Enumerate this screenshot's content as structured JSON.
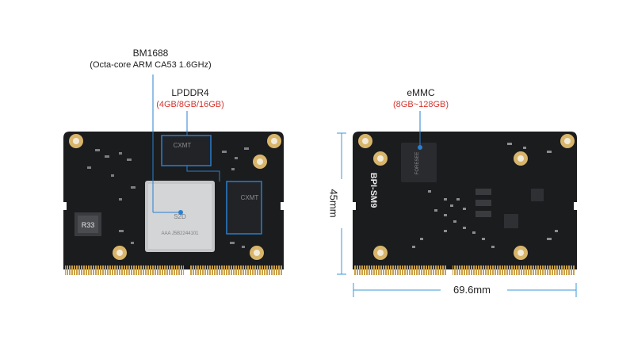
{
  "callouts": {
    "soc": {
      "title": "BM1688",
      "subtitle": "(Octa-core ARM CA53 1.6GHz)"
    },
    "ram": {
      "title": "LPDDR4",
      "subtitle": "(4GB/8GB/16GB)"
    },
    "storage": {
      "title": "eMMC",
      "subtitle": "(8GB~128GB)"
    }
  },
  "dimensions": {
    "height": "45mm",
    "width": "69.6mm"
  },
  "board_front": {
    "soc_marking": "S2D",
    "soc_code": "AAA J5B2244101",
    "inductor_marking": "R33",
    "ram_brand": "CXMT"
  },
  "board_back": {
    "brand_text": "BPI-SM9",
    "emmc_brand": "FORESEE"
  },
  "colors": {
    "pcb": "#1b1c1e",
    "gold": "#c9a04a",
    "leader_line": "#2a7fd0",
    "accent_red": "#d6352f",
    "dimension_line": "#3a9ad9"
  }
}
